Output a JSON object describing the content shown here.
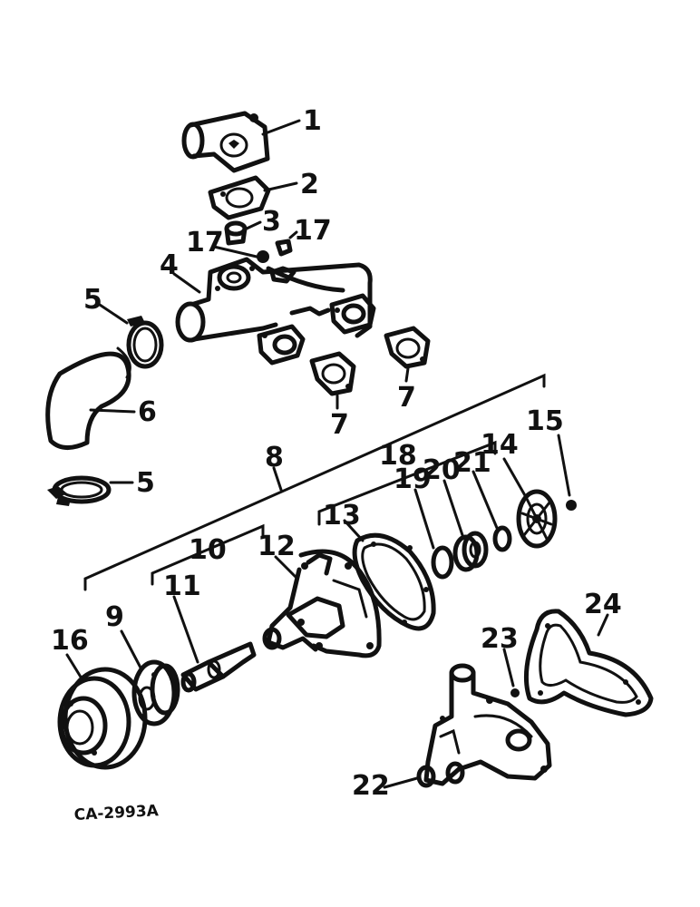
{
  "callouts": {
    "c1": "1",
    "c2": "2",
    "c3": "3",
    "c17a": "17",
    "c17b": "17",
    "c4": "4",
    "c5a": "5",
    "c5b": "5",
    "c6": "6",
    "c7a": "7",
    "c7b": "7",
    "c8": "8",
    "c15": "15",
    "c14": "14",
    "c18": "18",
    "c19": "19",
    "c20": "20",
    "c21": "21",
    "c13": "13",
    "c10": "10",
    "c12": "12",
    "c11": "11",
    "c9": "9",
    "c16": "16",
    "c23": "23",
    "c24": "24",
    "c22": "22"
  },
  "drawing_code": "CA-2993A"
}
